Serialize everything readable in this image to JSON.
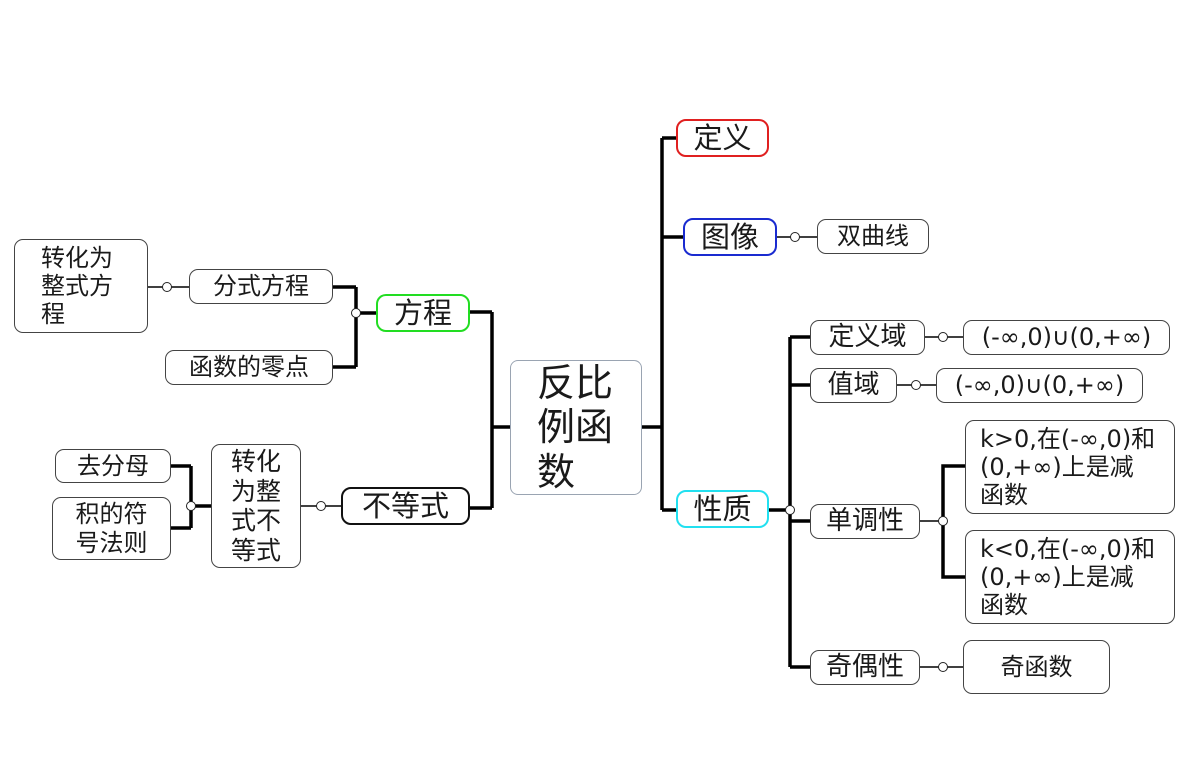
{
  "root": {
    "label": "反比例函数"
  },
  "branches": {
    "definition": {
      "label": "定义",
      "color": "#e02020"
    },
    "graph": {
      "label": "图像",
      "color": "#1a2bd0",
      "child": "双曲线"
    },
    "properties": {
      "label": "性质",
      "color": "#22e0f0",
      "domain": {
        "label": "定义域",
        "value": "(-∞,0)∪(0,+∞)"
      },
      "range": {
        "label": "值域",
        "value": "(-∞,0)∪(0,+∞)"
      },
      "monotonicity": {
        "label": "单调性",
        "k_positive": "k>0,在(-∞,0)和\n(0,+∞)上是减\n函数",
        "k_negative": "k<0,在(-∞,0)和\n(0,+∞)上是减\n函数"
      },
      "parity": {
        "label": "奇偶性",
        "value": "奇函数"
      }
    },
    "equation": {
      "label": "方程",
      "color": "#22dd22",
      "fractional": {
        "label": "分式方程",
        "child": "转化为\n整式方\n程"
      },
      "zero_point": "函数的零点"
    },
    "inequality": {
      "label": "不等式",
      "color": "#111111",
      "convert": "转化\n为整\n式不\n等式",
      "denominator": "去分母",
      "sign_rule": "积的符\n号法则"
    }
  }
}
